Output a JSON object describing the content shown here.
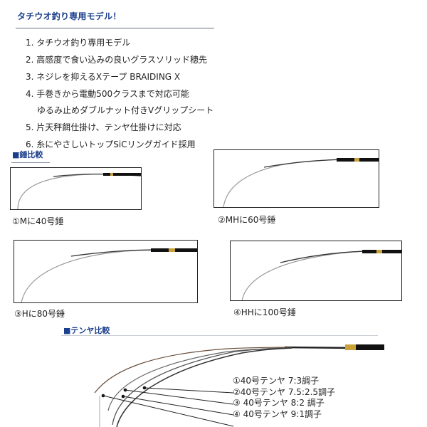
{
  "header": {
    "title": "タチウオ釣り専用モデル！"
  },
  "features": [
    {
      "text": "1. タチウオ釣り専用モデル"
    },
    {
      "text": "2. 高感度で食い込みの良いグラスソリッド穂先"
    },
    {
      "text": "3. ネジレを抑えるXテープ BRAIDING X"
    },
    {
      "text": "4. 手巻きから電動500クラスまで対応可能"
    },
    {
      "text": "ゆるみ止めダブルナット付きVグリップシート"
    },
    {
      "text": "5. 片天秤餌仕掛け、テンヤ仕掛けに対応"
    },
    {
      "text": "6. 糸にやさしいトップSiCリングガイド採用"
    }
  ],
  "sinker_section": {
    "heading": "■錘比較",
    "photos": [
      {
        "caption": "①Mに40号錘"
      },
      {
        "caption": "②MHに60号錘"
      },
      {
        "caption": "③Hに80号錘"
      },
      {
        "caption": "④HHに100号錘"
      }
    ]
  },
  "tenya_section": {
    "heading": "■テンヤ比較",
    "labels": [
      {
        "text": "①40号テンヤ 7:3調子"
      },
      {
        "text": "②40号テンヤ 7.5:2.5調子"
      },
      {
        "text": "③ 40号テンヤ 8:2 調子"
      },
      {
        "text": "④ 40号テンヤ 9:1調子"
      }
    ]
  },
  "colors": {
    "heading_blue": "#1b3f8c",
    "rule_gray": "#6a7080",
    "reel_seat_gold": "#c9a23a"
  }
}
